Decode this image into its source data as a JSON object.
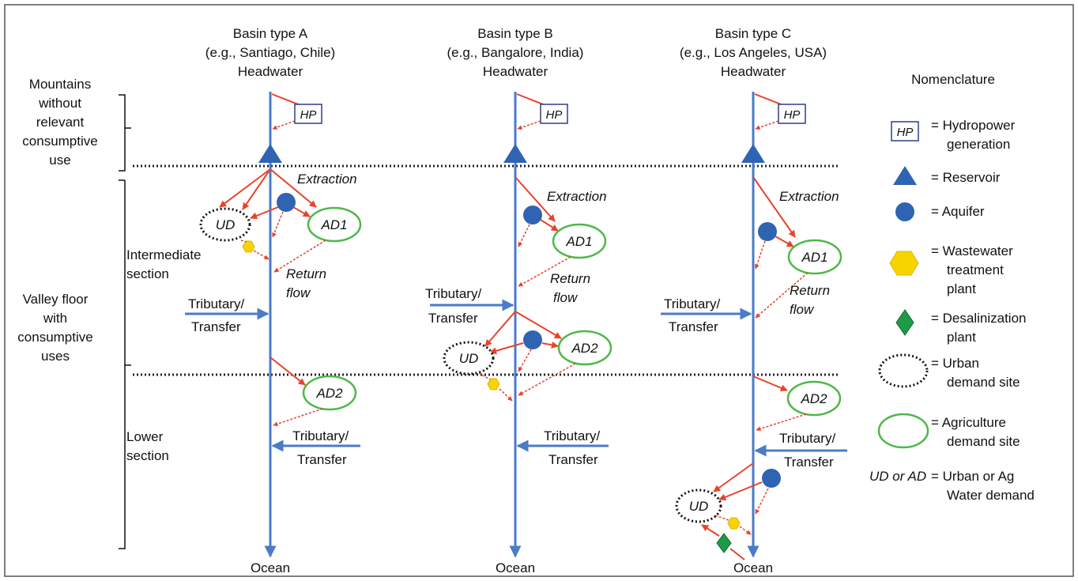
{
  "basins": [
    {
      "title": "Basin type A",
      "example": "(e.g., Santiago, Chile)",
      "headwater": "Headwater",
      "ocean": "Ocean"
    },
    {
      "title": "Basin type B",
      "example": "(e.g., Bangalore, India)",
      "headwater": "Headwater",
      "ocean": "Ocean"
    },
    {
      "title": "Basin type C",
      "example": "(e.g., Los Angeles, USA)",
      "headwater": "Headwater",
      "ocean": "Ocean"
    }
  ],
  "zones": {
    "mountains": [
      "Mountains",
      "without",
      "relevant",
      "consumptive",
      "use"
    ],
    "valley": [
      "Valley floor",
      "with",
      "consumptive",
      "uses"
    ],
    "intermediate": [
      "Intermediate",
      "section"
    ],
    "lower": [
      "Lower",
      "section"
    ]
  },
  "flow_labels": {
    "extraction": "Extraction",
    "return_1": "Return",
    "return_2": "flow",
    "tributary_1": "Tributary/",
    "tributary_2": "Transfer"
  },
  "node_labels": {
    "hp": "HP",
    "ud": "UD",
    "ad1": "AD1",
    "ad2": "AD2"
  },
  "legend": {
    "title": "Nomenclature",
    "hp_icon": "HP",
    "hydropower": [
      "= Hydropower",
      "generation"
    ],
    "reservoir": [
      "= Reservoir"
    ],
    "aquifer": [
      "= Aquifer"
    ],
    "wastewater": [
      "= Wastewater",
      "treatment",
      "plant"
    ],
    "desal": [
      "= Desalinization",
      "plant"
    ],
    "urban": [
      "= Urban",
      "demand site"
    ],
    "agri": [
      "= Agriculture",
      "demand site"
    ],
    "uda_key": "UD or AD",
    "uda_text": [
      "= Urban or Ag",
      "Water demand"
    ]
  },
  "colors": {
    "river": "#4a7cc7",
    "extraction": "#e8432c",
    "reservoir": "#2f64b2",
    "aquifer": "#2f64b2",
    "agri": "#4fb848",
    "wastewater": "#f7d400",
    "desal": "#1f9a46"
  }
}
